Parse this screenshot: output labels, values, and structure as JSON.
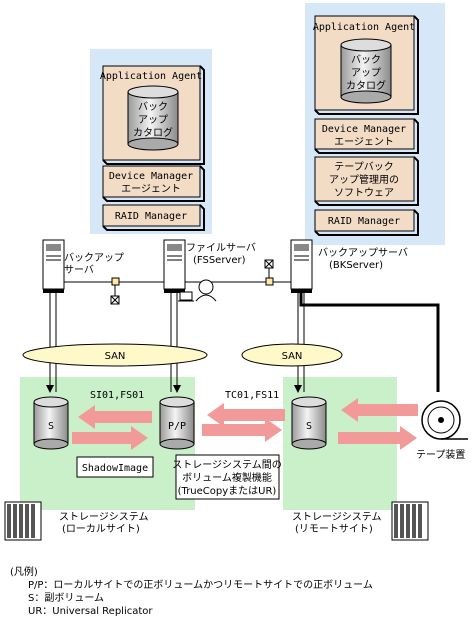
{
  "servers": {
    "backup_local": {
      "label_line1": "バックアップ",
      "label_line2": "サーバ",
      "application_agent": "Application Agent",
      "catalog": [
        "バック",
        "アップ",
        "カタログ"
      ],
      "device_manager_line1": "Device Manager",
      "device_manager_line2": "エージェント",
      "raid_manager": "RAID Manager"
    },
    "file_server": {
      "label_line1": "ファイルサーバ",
      "label_line2": "(FSServer)"
    },
    "backup_remote": {
      "label_line1": "バックアップサーバ",
      "label_line2": "(BKServer)",
      "application_agent": "Application Agent",
      "catalog": [
        "バック",
        "アップ",
        "カタログ"
      ],
      "device_manager_line1": "Device Manager",
      "device_manager_line2": "エージェント",
      "tape_software": [
        "テープバック",
        "アップ管理用の",
        "ソフトウェア"
      ],
      "raid_manager": "RAID Manager"
    }
  },
  "san_left": "SAN",
  "san_right": "SAN",
  "volumes": {
    "local_s": "S",
    "pp": "P/P",
    "remote_s": "S"
  },
  "pair_labels": {
    "local": "SI01,FS01",
    "remote": "TC01,FS11"
  },
  "shadowimage": "ShadowImage",
  "replication_box": [
    "ストレージシステム間の",
    "ボリューム複製機能",
    "(TrueCopyまたはUR)"
  ],
  "storage_local": [
    "ストレージシステム",
    "(ローカルサイト)"
  ],
  "storage_remote": [
    "ストレージシステム",
    "(リモートサイト)"
  ],
  "tape_device": "テープ装置",
  "legend": {
    "title": "(凡例)",
    "items": [
      "P/P：ローカルサイトでの正ボリュームかつリモートサイトでの正ボリューム",
      "S：副ボリューム",
      "UR：Universal Replicator"
    ]
  },
  "colors": {
    "server_area": "#d6e8f7",
    "storage_area": "#c9f0c9",
    "component_box": "#f2dcc6",
    "san_ellipse": "#fff8c8",
    "arrow_pink": "#f29a9a"
  }
}
